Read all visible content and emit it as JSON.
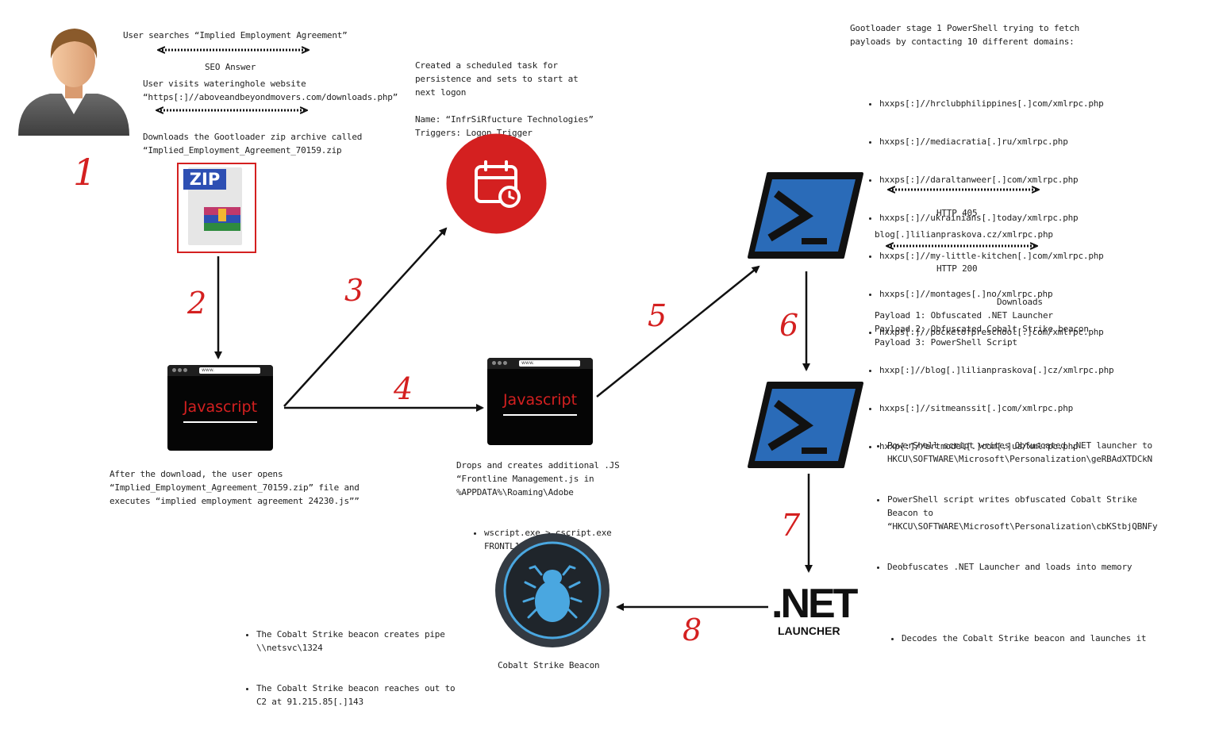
{
  "step_numbers": [
    "1",
    "2",
    "3",
    "4",
    "5",
    "6",
    "7",
    "8"
  ],
  "step1": {
    "search_text": "User searches “Implied Employment Agreement”",
    "seo_label": "SEO Answer",
    "visit_text": "User visits wateringhole website\n“https[:]//aboveandbeyondmovers.com/downloads.php”",
    "download_text": "Downloads the Gootloader zip archive called\n“Implied_Employment_Agreement_70159.zip",
    "zip_label": "ZIP"
  },
  "step2": {
    "js_url": "www.",
    "js_label": "Javascript",
    "caption": "After the download, the user opens\n“Implied_Employment_Agreement_70159.zip” file and\nexecutes “implied employment agreement 24230.js””"
  },
  "step3": {
    "task_text": "Created a scheduled task for\npersistence and sets to start at\nnext logon\n\nName: “InfrSiRfucture Technologies”\nTriggers: Logon Trigger"
  },
  "step4": {
    "js_url": "www.",
    "js_label": "Javascript",
    "caption": "Drops and creates additional .JS\n“Frontline Management.js in\n%APPDATA%\\Roaming\\Adobe",
    "bullets": [
      "wscript.exe > cscript.exe\nFRONTL1.js"
    ]
  },
  "step5": {
    "intro": "Gootloader stage 1 PowerShell trying to fetch\npayloads by contacting 10 different domains:",
    "domains": [
      "hxxps[:]//hrclubphilippines[.]com/xmlrpc.php",
      "hxxps[:]//mediacratia[.]ru/xmlrpc.php",
      "hxxps[:]//daraltanweer[.]com/xmlrpc.php",
      "hxxps[:]//ukrainians[.]today/xmlrpc.php",
      "hxxps[:]//my-little-kitchen[.]com/xmlrpc.php",
      "hxxps[:]//montages[.]no/xmlrpc.php",
      "hxxps[:]//pocketofpreschool[.]com/xmlrpc.php",
      "hxxp[:]//blog[.]lilianpraskova[.]cz/xmlrpc.php",
      "hxxps[:]//sitmeanssit[.]com/xmlrpc.php",
      "hxxp[:]//artmodel[.]com[.]ua/xmlrpc.php"
    ],
    "http405": "HTTP 405",
    "blog_url": "blog[.]lilianpraskova.cz/xmlrpc.php",
    "http200": "HTTP 200"
  },
  "step6": {
    "downloads_title": "Downloads",
    "payloads": "Payload 1: Obfuscated .NET Launcher\nPayload 2: Obfuscated Cobalt Strike beacon\nPayload 3: PowerShell Script",
    "bullets": [
      "PowerShell script writes Obfuscated .NET launcher to\nHKCU\\SOFTWARE\\Microsoft\\Personalization\\geRBAdXTDCkN",
      "PowerShell script writes obfuscated Cobalt Strike\nBeacon to\n“HKCU\\SOFTWARE\\Microsoft\\Personalization\\cbKStbjQBNFy",
      "Deobfuscates .NET Launcher and loads into memory"
    ]
  },
  "step7": {
    "net_logo": ".NET",
    "net_sub": "LAUNCHER",
    "bullets": [
      "Decodes the Cobalt Strike beacon and launches it"
    ]
  },
  "step8": {
    "bullets": [
      "The Cobalt Strike beacon creates pipe\n\\\\netsvc\\1324",
      "The Cobalt Strike beacon reaches out to\nC2 at 91.215.85[.]143"
    ],
    "beacon_label": "Cobalt Strike Beacon"
  },
  "colors": {
    "accent_red": "#d42020",
    "powershell_blue": "#2a6bb8",
    "beacon_blue": "#4aa7e0"
  }
}
